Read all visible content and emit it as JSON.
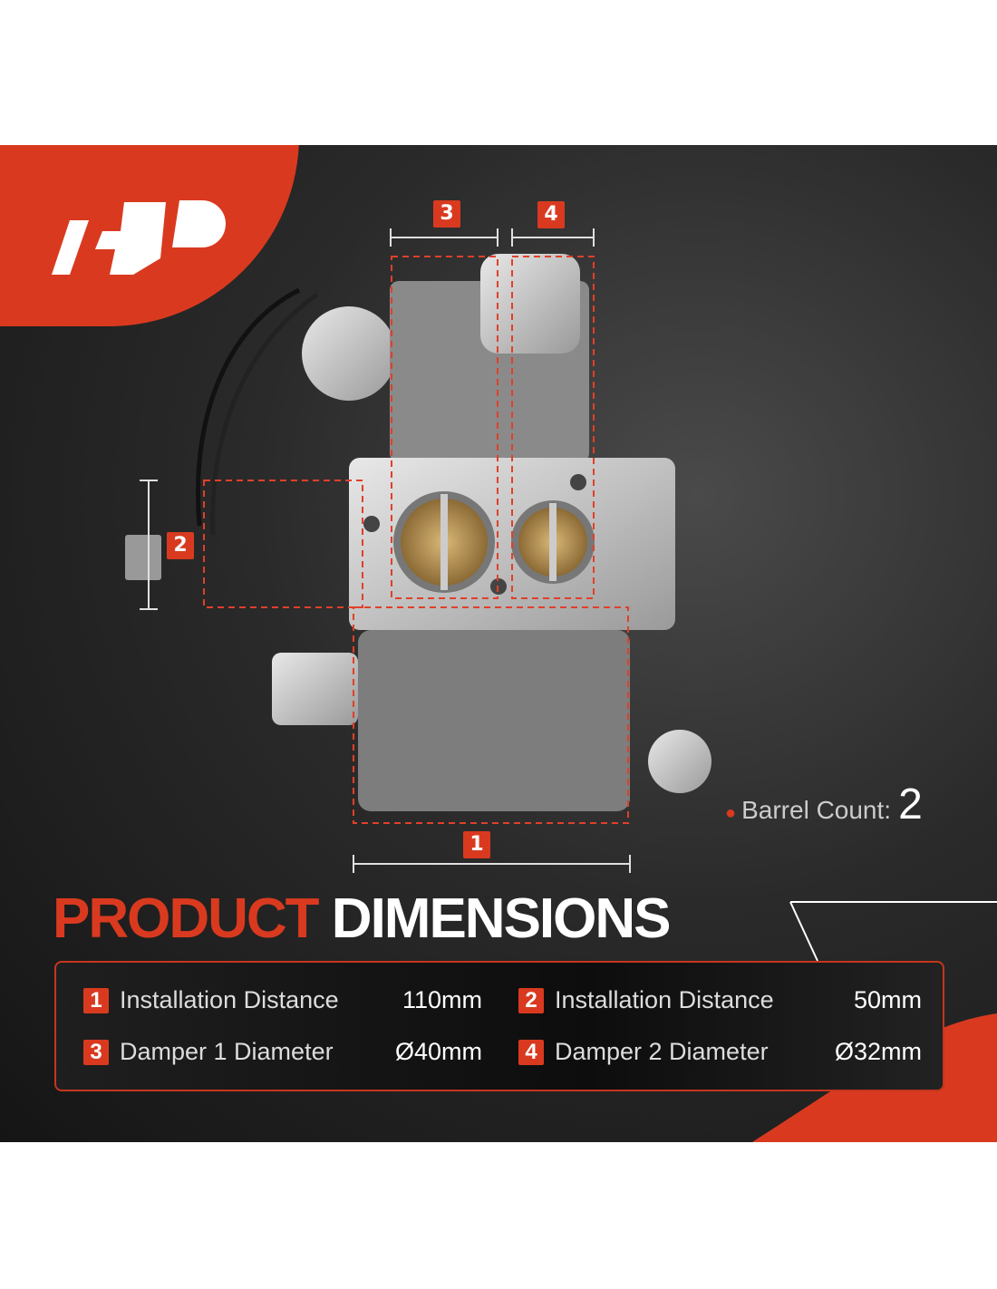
{
  "brand": {
    "logo_text": "ADP",
    "accent_color": "#d93a1f"
  },
  "markers": {
    "m1": "1",
    "m2": "2",
    "m3": "3",
    "m4": "4"
  },
  "barrel": {
    "label": "Barrel Count:",
    "value": "2"
  },
  "title": {
    "part1": "PRODUCT",
    "part2": "DIMENSIONS"
  },
  "specs": [
    {
      "num": "1",
      "label": "Installation Distance",
      "value": "110mm"
    },
    {
      "num": "2",
      "label": "Installation Distance",
      "value": "50mm"
    },
    {
      "num": "3",
      "label": "Damper 1 Diameter",
      "value": "Ø40mm"
    },
    {
      "num": "4",
      "label": "Damper 2 Diameter",
      "value": "Ø32mm"
    }
  ]
}
